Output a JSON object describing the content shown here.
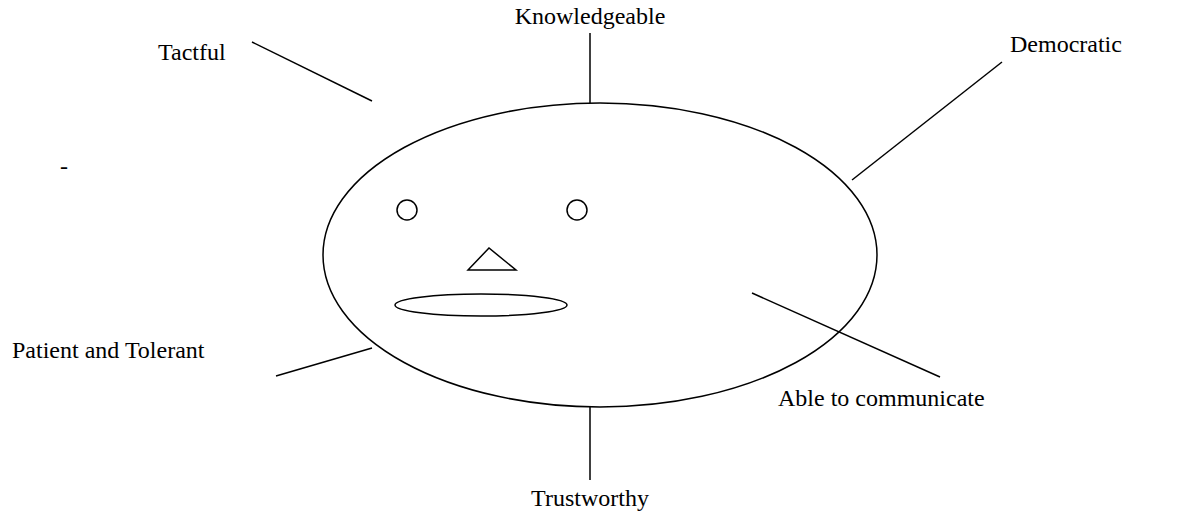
{
  "diagram": {
    "labels": [
      "Knowledgeable",
      "Tactful",
      "Democratic",
      "-",
      "Patient and Tolerant",
      "Able to communicate",
      "Trustworthy"
    ]
  }
}
